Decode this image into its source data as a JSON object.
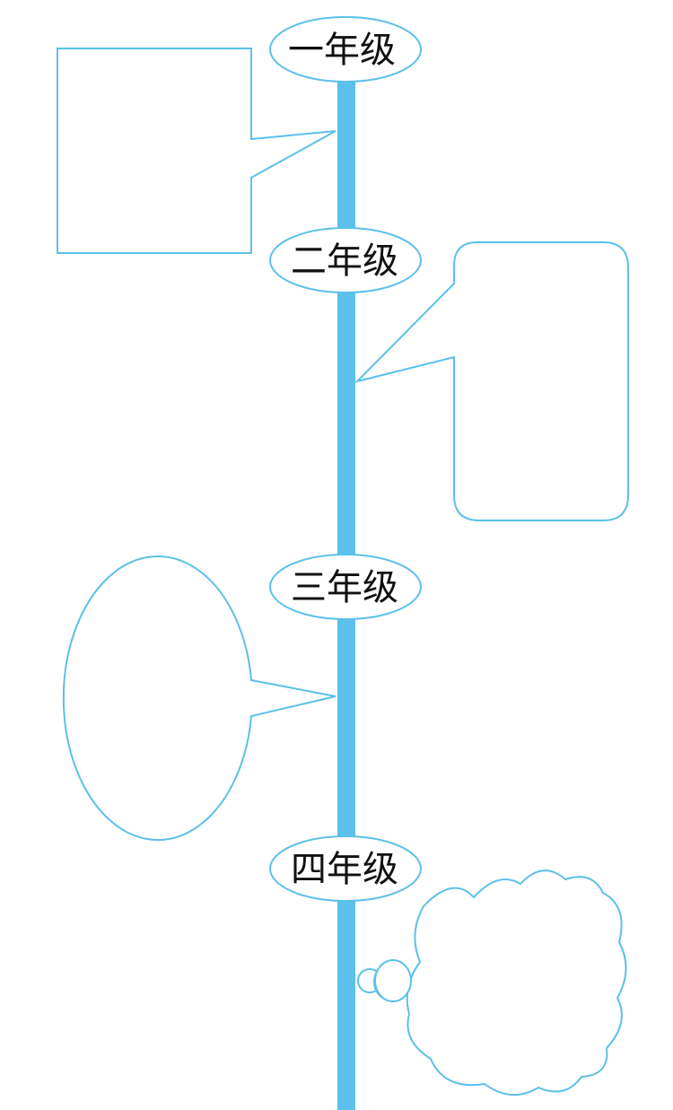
{
  "colors": {
    "timeline": "#5BC0EA",
    "outline": "#5BC0EA",
    "text": "#111111",
    "background": "#FFFFFF"
  },
  "grades": [
    {
      "label": "一年级"
    },
    {
      "label": "二年级"
    },
    {
      "label": "三年级"
    },
    {
      "label": "四年级"
    }
  ]
}
